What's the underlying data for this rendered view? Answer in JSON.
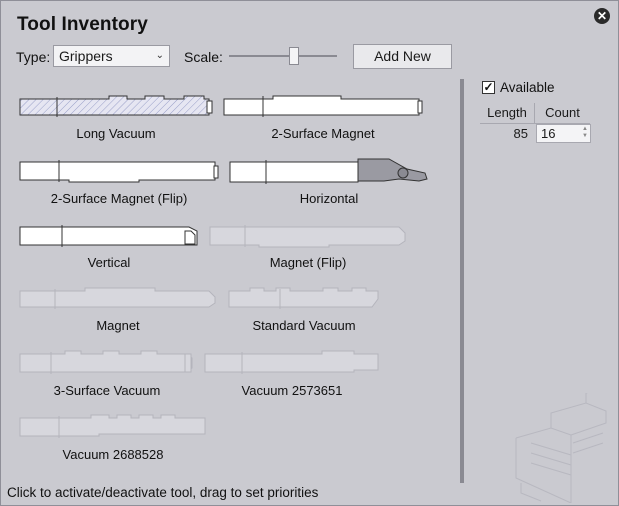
{
  "window": {
    "title": "Tool Inventory"
  },
  "toolbar": {
    "type_label": "Type:",
    "type_value": "Grippers",
    "scale_label": "Scale:",
    "scale_value": 0.6,
    "add_new_label": "Add New"
  },
  "tools": [
    {
      "label": "Long Vacuum",
      "active": true
    },
    {
      "label": "2-Surface Magnet",
      "active": true
    },
    {
      "label": "2-Surface Magnet (Flip)",
      "active": true
    },
    {
      "label": "Horizontal",
      "active": true
    },
    {
      "label": "Vertical",
      "active": true
    },
    {
      "label": "Magnet (Flip)",
      "active": false
    },
    {
      "label": "Magnet",
      "active": false
    },
    {
      "label": "Standard Vacuum",
      "active": false
    },
    {
      "label": "3-Surface Vacuum",
      "active": false
    },
    {
      "label": "Vacuum 2573651",
      "active": false
    },
    {
      "label": "Vacuum 2688528",
      "active": false
    }
  ],
  "details": {
    "available_label": "Available",
    "available_checked": true,
    "check_mark": "✓",
    "headers": [
      "Length",
      "Count"
    ],
    "length": "85",
    "count": "16"
  },
  "icons": {
    "close": "close-icon",
    "dropdown": "chevron-down-icon"
  },
  "status": "Click to activate/deactivate tool, drag to set priorities"
}
